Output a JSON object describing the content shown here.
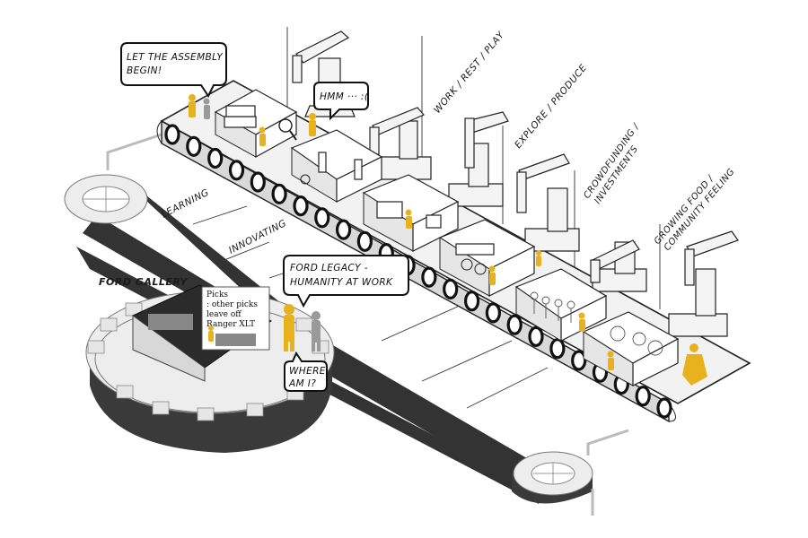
{
  "colors": {
    "accent_figure": "#e8b21e",
    "strap": "#333333",
    "belt": "#f2f2f2",
    "line": "#222222"
  },
  "bubbles": {
    "assembly": [
      "LET THE ASSEMBLY",
      "BEGIN!"
    ],
    "hmm": "HMM ··· :(",
    "legacy": [
      "FORD LEGACY -",
      "HUMANITY AT WORK"
    ],
    "where": [
      "WHERE",
      "AM I?"
    ]
  },
  "labels": {
    "learning": "LEARNING",
    "innovating": "INNOVATING",
    "work_rest_play": "WORK / REST / PLAY",
    "explore_produce": "EXPLORE / PRODUCE",
    "crowdfunding": [
      "CROWDFUNDING /",
      "INVESTMENTS"
    ],
    "growing_food": [
      "GROWING FOOD /",
      "COMMUNITY FEELING"
    ]
  },
  "gallery": {
    "title": "FORD GALLERY",
    "photo_text": [
      "Picks",
      ": other picks",
      "leave off",
      "Ranger XLT"
    ]
  }
}
